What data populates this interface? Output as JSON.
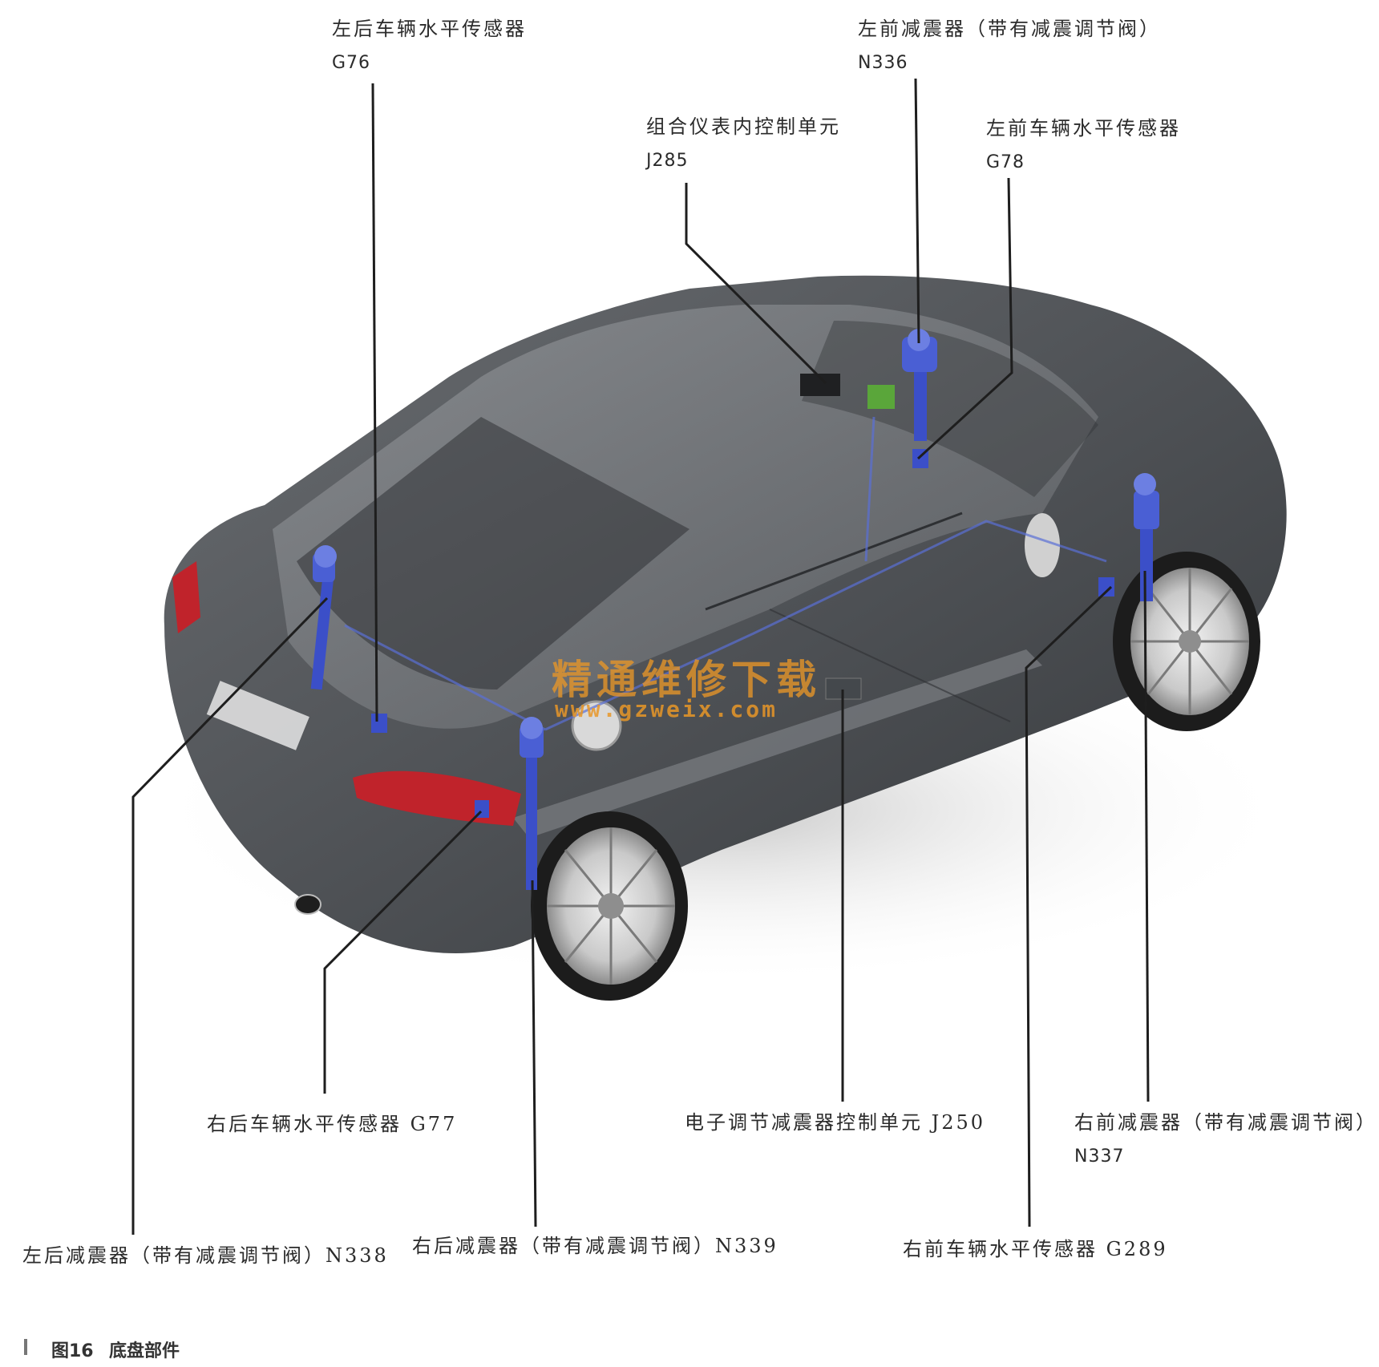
{
  "labels": {
    "g76": {
      "name": "左后车辆水平传感器",
      "code": "G76"
    },
    "n336": {
      "name": "左前减震器（带有减震调节阀）",
      "code": "N336"
    },
    "j285": {
      "name": "组合仪表内控制单元",
      "code": "J285"
    },
    "g78": {
      "name": "左前车辆水平传感器",
      "code": "G78"
    },
    "g77": {
      "name": "右后车辆水平传感器 G77"
    },
    "j250": {
      "name": "电子调节减震器控制单元 J250"
    },
    "n337": {
      "name": "右前减震器（带有减震调节阀）",
      "code": "N337"
    },
    "n338": {
      "name": "左后减震器（带有减震调节阀）N338"
    },
    "n339": {
      "name": "右后减震器（带有减震调节阀）N339"
    },
    "g289": {
      "name": "右前车辆水平传感器 G289"
    }
  },
  "watermark": {
    "cn": "精通维修下载",
    "url": "www.gzweix.com"
  },
  "caption": {
    "figure": "图16",
    "title": "底盘部件"
  },
  "colors": {
    "body": "#55585c",
    "strut": "#3b4fc8",
    "taillight": "#c0232b",
    "unit": "#5aa63a"
  }
}
